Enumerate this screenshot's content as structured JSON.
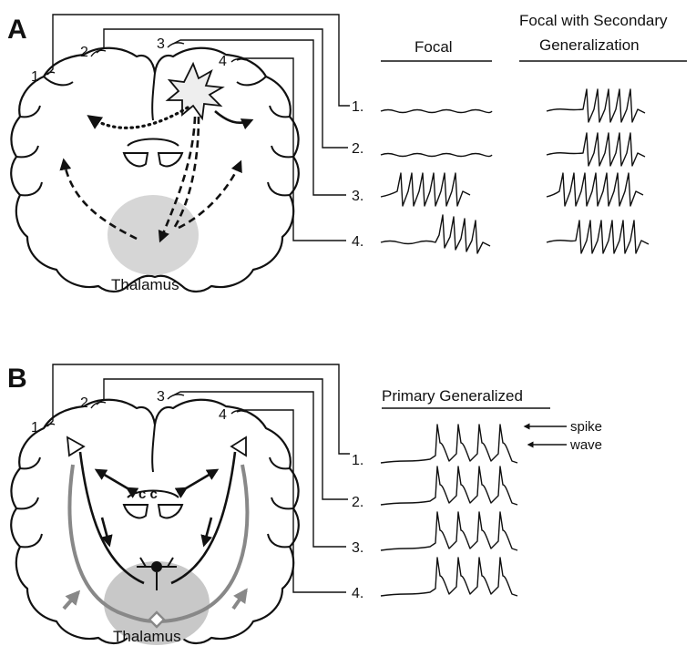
{
  "panelA": {
    "label": "A",
    "focal_header": "Focal",
    "secondary_header_line1": "Focal with Secondary",
    "secondary_header_line2": "Generalization",
    "electrode_labels": [
      "1",
      "2",
      "3",
      "4"
    ],
    "channel_labels": [
      "1.",
      "2.",
      "3.",
      "4."
    ],
    "thalamus_label": "Thalamus",
    "thalamus_color": "#d4d4d4"
  },
  "panelB": {
    "label": "B",
    "primary_header": "Primary Generalized",
    "electrode_labels": [
      "1",
      "2",
      "3",
      "4"
    ],
    "channel_labels": [
      "1.",
      "2.",
      "3.",
      "4."
    ],
    "spike_label": "spike",
    "wave_label": "wave",
    "cc_label": "c c",
    "thalamus_label": "Thalamus",
    "thalamus_color": "#c8c8c8",
    "pathway_color": "#888888"
  }
}
